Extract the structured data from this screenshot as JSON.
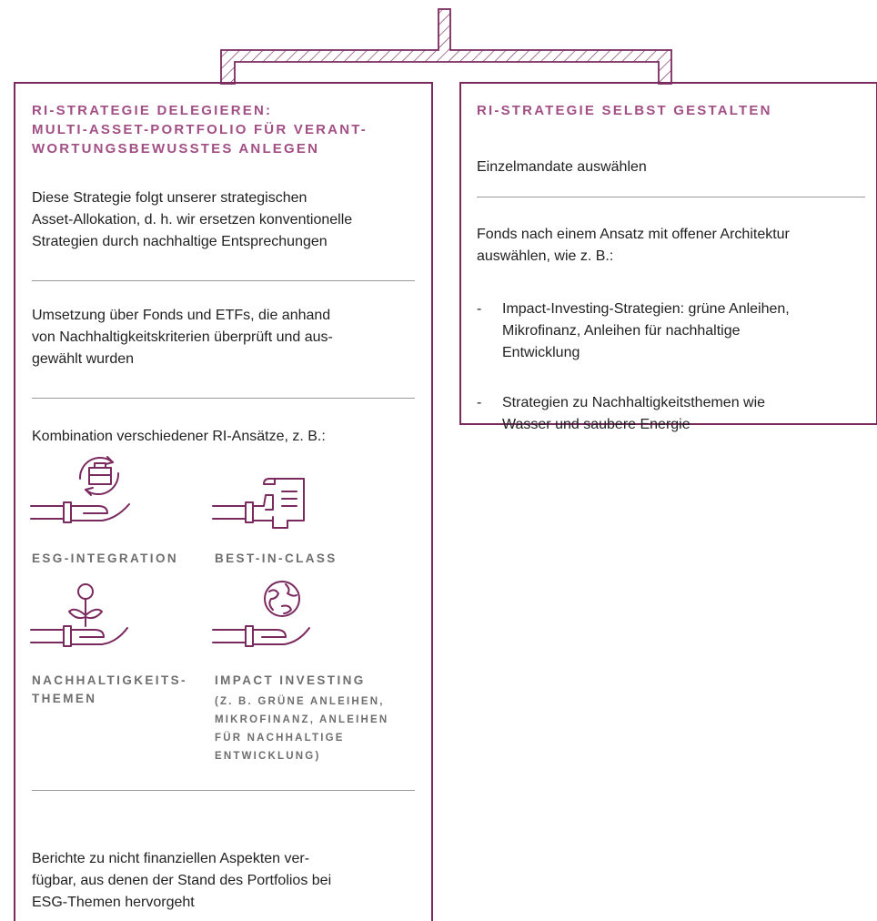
{
  "colors": {
    "accent": "#7a2a5e",
    "heading": "#a24f86",
    "icon_label": "#6e6e6e",
    "rule": "#9a9a9a"
  },
  "left": {
    "heading_lines": [
      "RI-STRATEGIE DELEGIEREN:",
      "MULTI-ASSET-PORTFOLIO FÜR VERANT-",
      "WORTUNGSBEWUSSTES ANLEGEN"
    ],
    "para1_lines": [
      "Diese Strategie folgt unserer strategischen",
      "Asset-Allokation, d. h. wir ersetzen konventionelle",
      "Strategien durch nachhaltige Entsprechungen"
    ],
    "para2_lines": [
      "Umsetzung über Fonds und ETFs, die anhand",
      "von Nachhaltigkeitskriterien überprüft und aus-",
      "gewählt wurden"
    ],
    "para3": "Kombination verschiedener RI-Ansätze, z. B.:",
    "approaches": [
      {
        "icon": "esg-integration-icon",
        "label_lines": [
          "ESG-INTEGRATION"
        ]
      },
      {
        "icon": "best-in-class-icon",
        "label_lines": [
          "BEST-IN-CLASS"
        ]
      },
      {
        "icon": "sustainability-themes-icon",
        "label_lines": [
          "NACHHALTIGKEITS-",
          "THEMEN"
        ]
      },
      {
        "icon": "impact-investing-icon",
        "label_lines": [
          "IMPACT INVESTING"
        ],
        "sub_lines": [
          "(Z. B. GRÜNE ANLEIHEN,",
          "MIKROFINANZ, ANLEIHEN",
          "FÜR NACHHALTIGE",
          "ENTWICKLUNG)"
        ]
      }
    ],
    "para4_lines": [
      "Berichte zu nicht finanziellen Aspekten ver-",
      "fügbar, aus denen der Stand des Portfolios bei",
      "ESG-Themen hervorgeht"
    ]
  },
  "right": {
    "heading": "RI-STRATEGIE SELBST GESTALTEN",
    "item1": "Einzelmandate auswählen",
    "item2_lines": [
      "Fonds nach einem Ansatz mit offener Architektur",
      "auswählen, wie z. B.:"
    ],
    "bullets": [
      {
        "dash": "-",
        "lines": [
          "Impact-Investing-Strategien: grüne Anleihen,",
          "Mikrofinanz, Anleihen für nachhaltige",
          "Entwicklung"
        ]
      },
      {
        "dash": "-",
        "lines": [
          "Strategien zu Nachhaltigkeitsthemen wie",
          "Wasser und saubere Energie"
        ]
      }
    ]
  }
}
